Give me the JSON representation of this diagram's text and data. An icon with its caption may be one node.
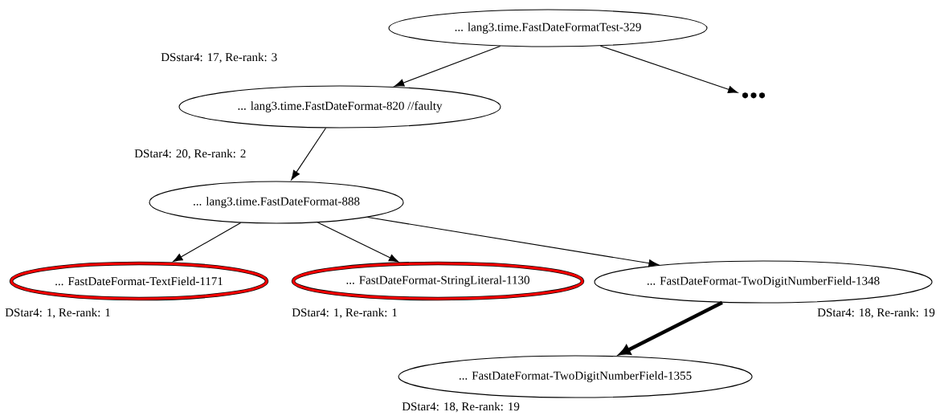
{
  "diagram": {
    "nodes": [
      {
        "text": [
          "... lang3.time.FastDateFormatTest-329"
        ]
      },
      {
        "text": [
          "... lang3.time.FastDateFormat-820 //faulty"
        ],
        "beside": [
          "DSstar4: 17, Re-rank: 3"
        ]
      },
      {
        "text": [
          "... lang3.time.FastDateFormat-888"
        ],
        "beside": [
          "DStar4: 20, Re-rank: 2"
        ]
      },
      {
        "text": [
          "... FastDateFormat-TextField-1171"
        ],
        "beside": [
          "DStar4: 1, Re-rank: 1"
        ]
      },
      {
        "text": [
          "... FastDateFormat-StringLiteral-1130"
        ],
        "beside": [
          "DStar4: 1, Re-rank: 1"
        ]
      },
      {
        "text": [
          "... FastDateFormat-TwoDigitNumberField-1348"
        ],
        "beside": [
          "DStar4: 18, Re-rank: 19"
        ]
      },
      {
        "text": [
          "... FastDateFormat-TwoDigitNumberField-1355"
        ],
        "beside": [
          "DStar4: 18, Re-rank: 19"
        ]
      },
      {
        "text": [
          "•••"
        ]
      }
    ],
    "edges": [
      {
        "from": 0,
        "to": 1,
        "arrow": "to"
      },
      {
        "from": 0,
        "to": 7,
        "arrow": "to"
      },
      {
        "from": 1,
        "to": 2,
        "arrow": "to"
      },
      {
        "from": 2,
        "to": 3,
        "arrow": "to"
      },
      {
        "from": 2,
        "to": 4,
        "arrow": "to"
      },
      {
        "from": 2,
        "to": 5,
        "arrow": "to"
      },
      {
        "from": 5,
        "to": 6,
        "arrow": "to",
        "style": "thick"
      }
    ]
  }
}
